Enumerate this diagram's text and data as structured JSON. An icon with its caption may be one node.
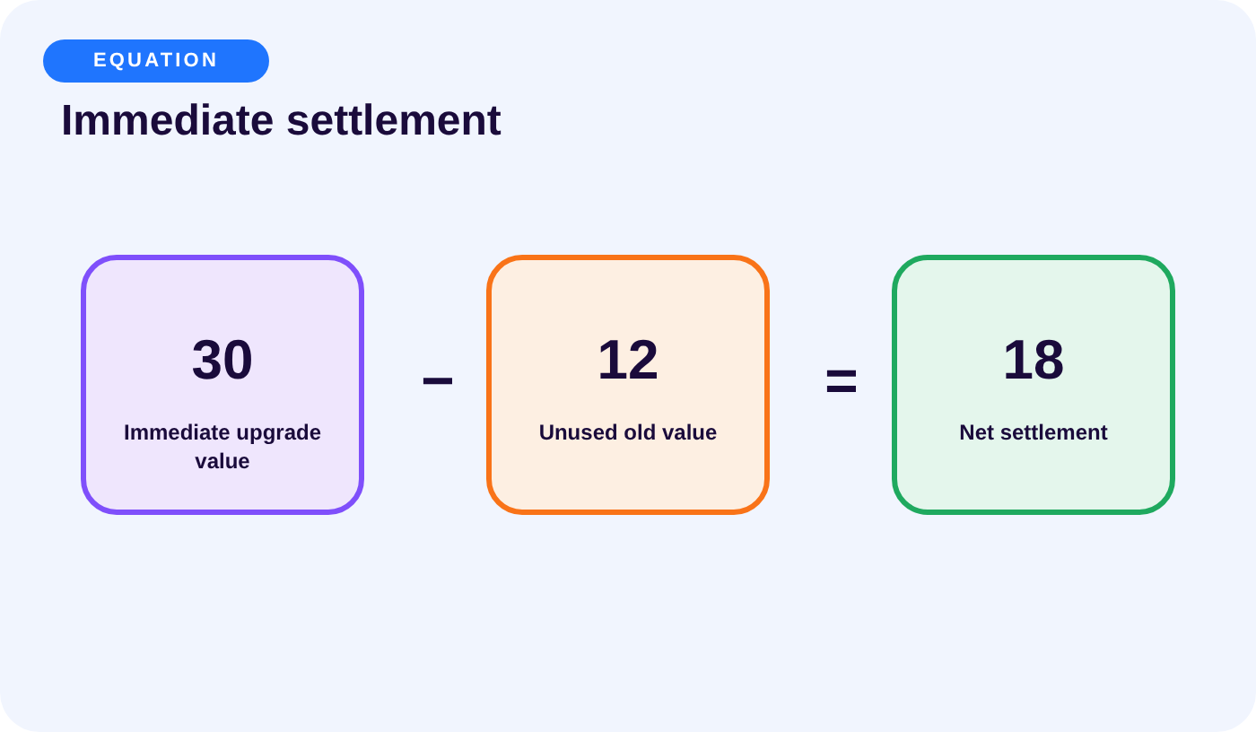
{
  "diagram": {
    "title": "Immediate settlement",
    "nodes": [
      {
        "text": [
          "EQUATION"
        ]
      },
      {
        "text": [
          "30",
          "Immediate upgrade value"
        ]
      },
      {
        "text": [
          "12",
          "Unused old value"
        ]
      },
      {
        "text": [
          "18",
          "Net settlement"
        ]
      }
    ],
    "labels": [
      "−",
      "="
    ]
  }
}
